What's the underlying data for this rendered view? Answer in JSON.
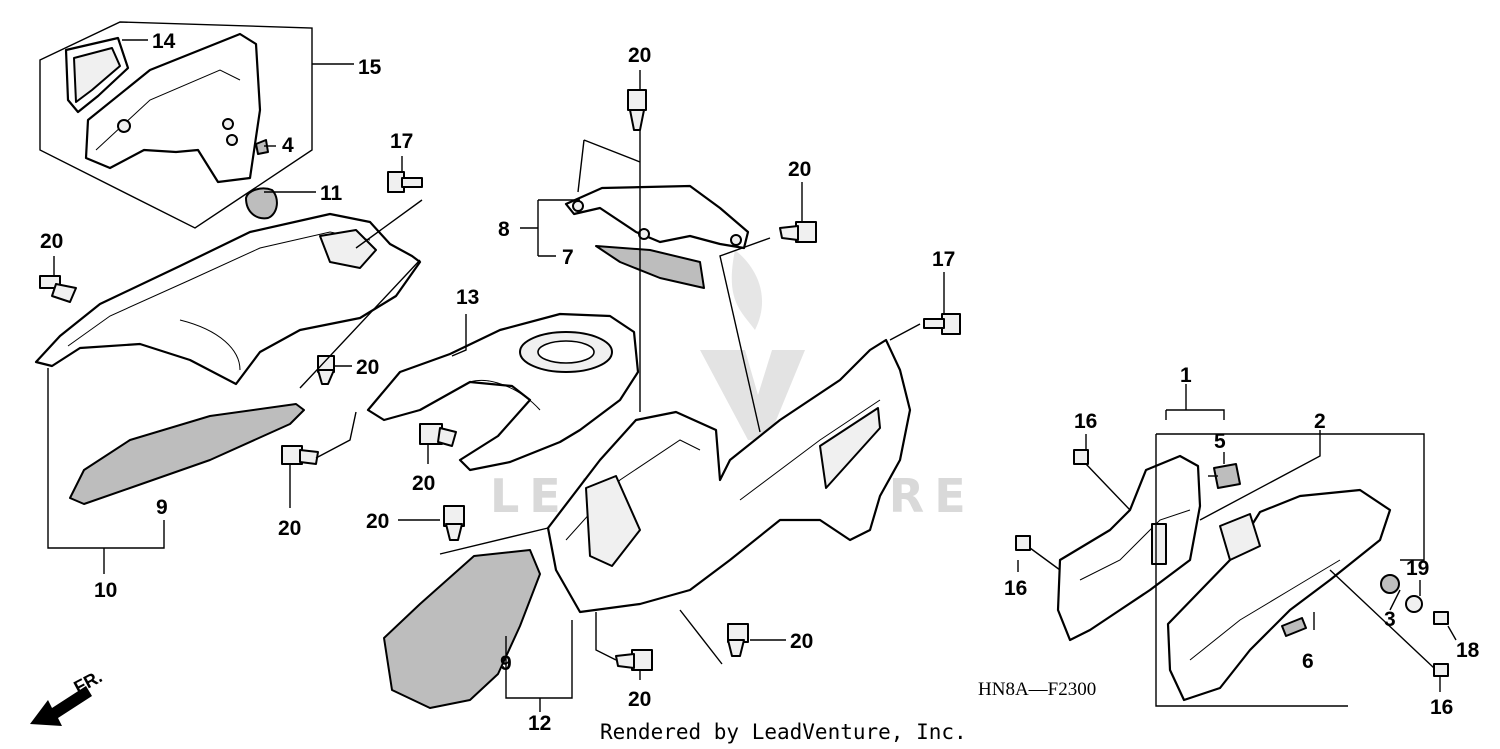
{
  "diagram_code": "HN8A—F2300",
  "credit": "Rendered by LeadVenture, Inc.",
  "watermark": "LEADVENTURE",
  "direction_label": "FR.",
  "callouts": {
    "c1": "1",
    "c2": "2",
    "c3": "3",
    "c4": "4",
    "c5": "5",
    "c6": "6",
    "c7": "7",
    "c8": "8",
    "c9a": "9",
    "c9b": "9",
    "c10": "10",
    "c11": "11",
    "c12": "12",
    "c13": "13",
    "c14": "14",
    "c15": "15",
    "c16a": "16",
    "c16b": "16",
    "c16c": "16",
    "c17a": "17",
    "c17b": "17",
    "c18": "18",
    "c19": "19",
    "c20a": "20",
    "c20b": "20",
    "c20c": "20",
    "c20d": "20",
    "c20e": "20",
    "c20f": "20",
    "c20g": "20",
    "c20h": "20",
    "c20i": "20"
  }
}
